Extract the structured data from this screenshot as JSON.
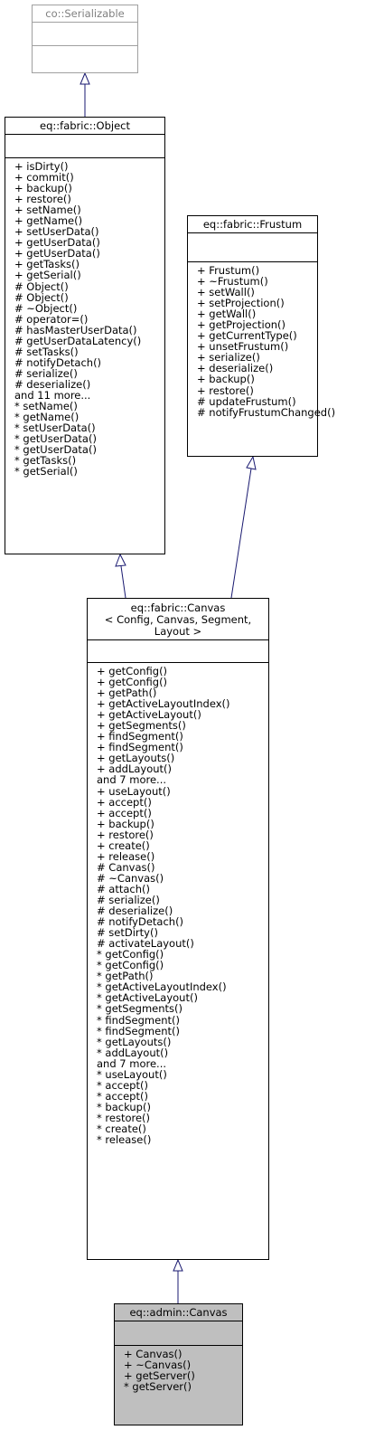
{
  "classes": {
    "serializable": {
      "title": "co::Serializable",
      "members": []
    },
    "object": {
      "title": "eq::fabric::Object",
      "members": [
        "+ isDirty()",
        "+ commit()",
        "+ backup()",
        "+ restore()",
        "+ setName()",
        "+ getName()",
        "+ setUserData()",
        "+ getUserData()",
        "+ getUserData()",
        "+ getTasks()",
        "+ getSerial()",
        "# Object()",
        "# Object()",
        "# ~Object()",
        "# operator=()",
        "# hasMasterUserData()",
        "# getUserDataLatency()",
        "# setTasks()",
        "# notifyDetach()",
        "# serialize()",
        "# deserialize()",
        "and 11 more...",
        "* setName()",
        "* getName()",
        "* setUserData()",
        "* getUserData()",
        "* getUserData()",
        "* getTasks()",
        "* getSerial()"
      ]
    },
    "frustum": {
      "title": "eq::fabric::Frustum",
      "members": [
        "+ Frustum()",
        "+ ~Frustum()",
        "+ setWall()",
        "+ setProjection()",
        "+ getWall()",
        "+ getProjection()",
        "+ getCurrentType()",
        "+ unsetFrustum()",
        "+ serialize()",
        "+ deserialize()",
        "+ backup()",
        "+ restore()",
        "# updateFrustum()",
        "# notifyFrustumChanged()"
      ]
    },
    "canvas_template": {
      "title_lines": [
        "eq::fabric::Canvas",
        "< Config, Canvas, Segment,",
        "Layout >"
      ],
      "members": [
        "+ getConfig()",
        "+ getConfig()",
        "+ getPath()",
        "+ getActiveLayoutIndex()",
        "+ getActiveLayout()",
        "+ getSegments()",
        "+ findSegment()",
        "+ findSegment()",
        "+ getLayouts()",
        "+ addLayout()",
        "and 7 more...",
        "+ useLayout()",
        "+ accept()",
        "+ accept()",
        "+ backup()",
        "+ restore()",
        "+ create()",
        "+ release()",
        "# Canvas()",
        "# ~Canvas()",
        "# attach()",
        "# serialize()",
        "# deserialize()",
        "# notifyDetach()",
        "# setDirty()",
        "# activateLayout()",
        "* getConfig()",
        "* getConfig()",
        "* getPath()",
        "* getActiveLayoutIndex()",
        "* getActiveLayout()",
        "* getSegments()",
        "* findSegment()",
        "* findSegment()",
        "* getLayouts()",
        "* addLayout()",
        "and 7 more...",
        "* useLayout()",
        "* accept()",
        "* accept()",
        "* backup()",
        "* restore()",
        "* create()",
        "* release()"
      ]
    },
    "admin_canvas": {
      "title": "eq::admin::Canvas",
      "members": [
        "+ Canvas()",
        "+ ~Canvas()",
        "+ getServer()",
        "* getServer()"
      ]
    }
  },
  "colors": {
    "edge": "#191970",
    "grey_border": "#a0a0a0",
    "grey_text": "#808080",
    "target_fill": "#bfbfbf"
  }
}
